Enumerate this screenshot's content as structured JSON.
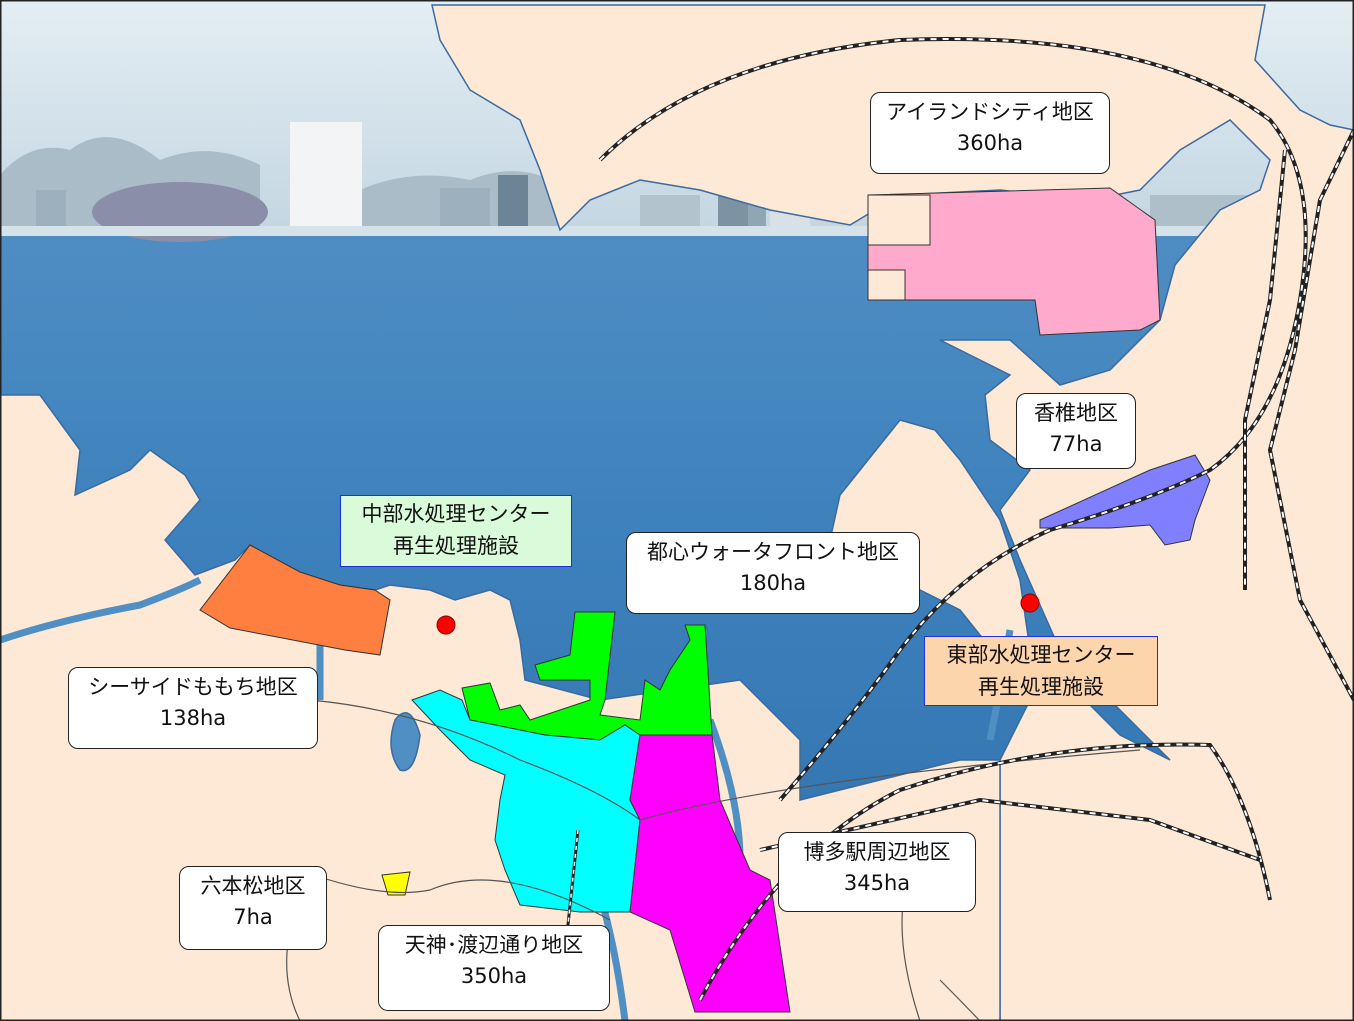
{
  "colors": {
    "land": "#fde9d6",
    "sea": "#4f8fc3",
    "sky": "#cfdfe9",
    "island_city": "#ffaacc",
    "kashii": "#7f7fff",
    "tenjin": "#00ffff",
    "waterfront": "#00ff00",
    "hakata": "#ff00ff",
    "momochi": "#ff7f40",
    "ropponmatsu": "#ffff00",
    "chubu_facility_bg": "#d9fbd9",
    "tobu_facility_bg": "#fdd5ad",
    "facility_marker": "#ff0000"
  },
  "districts": [
    {
      "name": "アイランドシティ地区",
      "area": "360ha"
    },
    {
      "name": "香椎地区",
      "area": "77ha"
    },
    {
      "name": "都心ウォータフロント地区",
      "area": "180ha"
    },
    {
      "name": "シーサイドももち地区",
      "area": "138ha"
    },
    {
      "name": "博多駅周辺地区",
      "area": "345ha"
    },
    {
      "name": "六本松地区",
      "area": "7ha"
    },
    {
      "name": "天神･渡辺通り地区",
      "area": "350ha"
    }
  ],
  "facilities": [
    {
      "line1": "中部水処理センター",
      "line2": "再生処理施設"
    },
    {
      "line1": "東部水処理センター",
      "line2": "再生処理施設"
    }
  ]
}
